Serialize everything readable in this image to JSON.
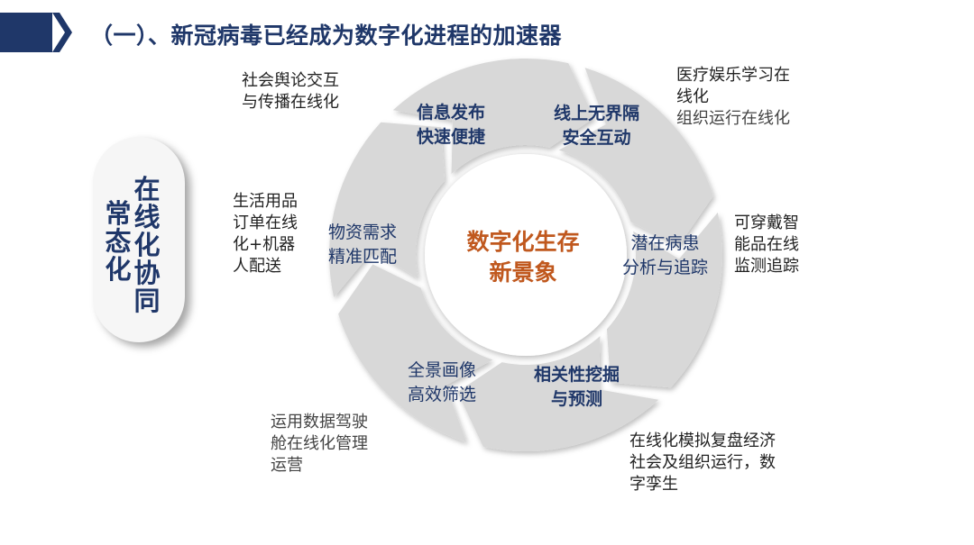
{
  "title": "（一）、新冠病毒已经成为数字化进程的加速器",
  "side_label": {
    "col1": "常态化",
    "col2": "在线化协同"
  },
  "center": {
    "line1": "数字化生存",
    "line2": "新景象"
  },
  "segments": [
    {
      "line1": "信息发布",
      "line2": "快速便捷"
    },
    {
      "line1": "线上无界隔",
      "line2": "安全互动"
    },
    {
      "line1": "潜在病患",
      "line2": "分析与追踪"
    },
    {
      "line1": "相关性挖掘",
      "line2": "与预测"
    },
    {
      "line1": "全景画像",
      "line2": "高效筛选"
    },
    {
      "line1": "物资需求",
      "line2": "精准匹配"
    }
  ],
  "notes": {
    "top_left": {
      "line1": "社会舆论交互",
      "line2": "与传播在线化"
    },
    "top_right": {
      "line1": "医疗娱乐学习在",
      "line2": "线化",
      "line3": "组织运行在线化"
    },
    "mid_left": {
      "line1": "生活用品",
      "line2": "订单在线",
      "line3": "化+机器",
      "line4": "人配送"
    },
    "mid_right": {
      "line1": "可穿戴智",
      "line2": "能品在线",
      "line3": "监测追踪"
    },
    "bottom_left": {
      "line1": "运用数据驾驶",
      "line2": "舱在线化管理",
      "line3": "运营"
    },
    "bottom_right": {
      "line1": "在线化模拟复盘经济",
      "line2": "社会及组织运行，数",
      "line3": "字孪生"
    }
  },
  "colors": {
    "navy": "#1f3769",
    "ring": "#d8d8d8",
    "center_text": "#c0581e"
  }
}
